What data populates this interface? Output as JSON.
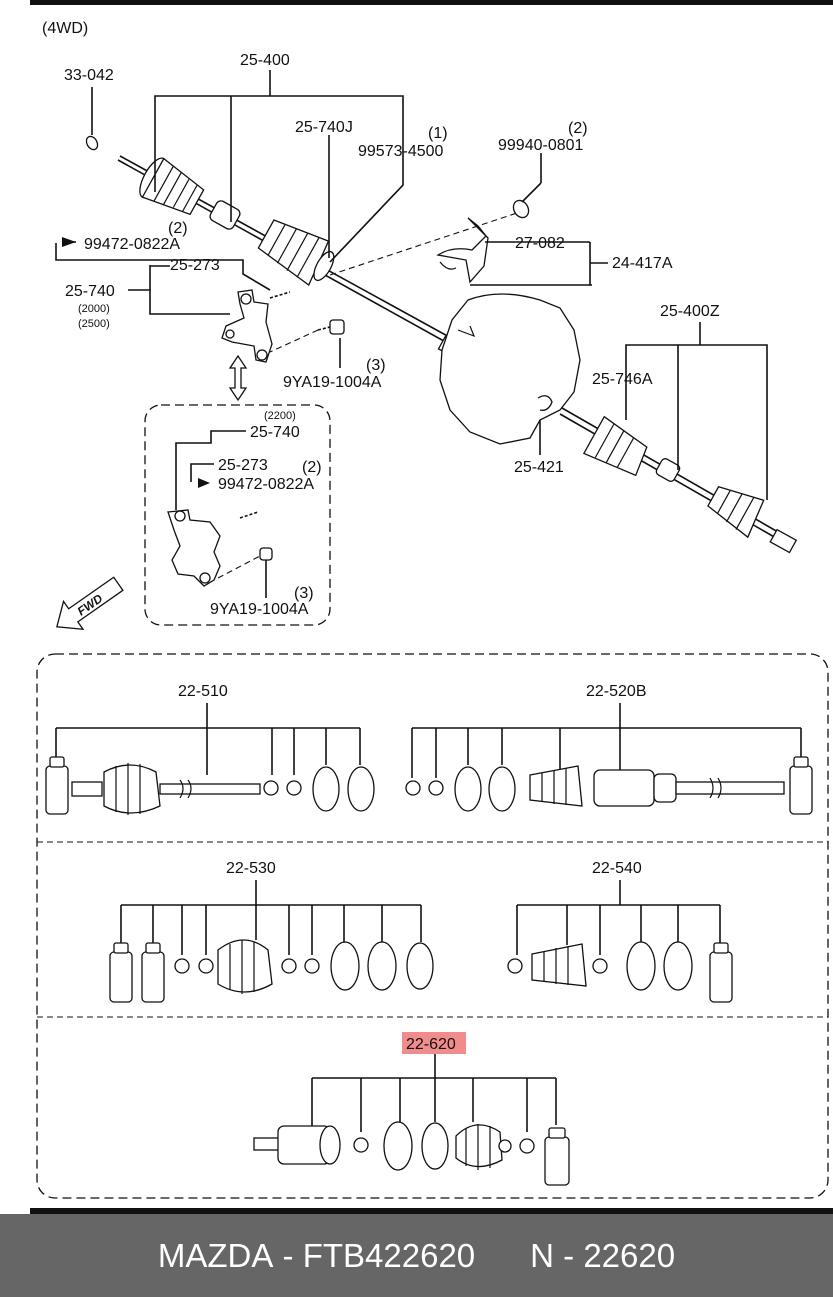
{
  "header": {
    "drive_type": "(4WD)"
  },
  "upper": {
    "labels": {
      "p33_042": "33-042",
      "p25_400": "25-400",
      "p25_740J": "25-740J",
      "q1": "(1)",
      "p99573_4500": "99573-4500",
      "q2a": "(2)",
      "p99940_0801": "99940-0801",
      "q2b": "(2)",
      "p99472_0822A": "99472-0822A",
      "p25_273": "25-273",
      "p27_082": "27-082",
      "p24_417A": "24-417A",
      "p25_740": "25-740",
      "v2000": "(2000)",
      "v2500": "(2500)",
      "p25_400Z": "25-400Z",
      "p25_746A": "25-746A",
      "q3": "(3)",
      "p9YA19_1004A": "9YA19-1004A",
      "p25_421": "25-421",
      "fwd": "FWD"
    },
    "inset": {
      "variant": "(2200)",
      "p25_740": "25-740",
      "p25_273": "25-273",
      "q2": "(2)",
      "p99472_0822A": "99472-0822A",
      "q3": "(3)",
      "p9YA19_1004A": "9YA19-1004A"
    }
  },
  "kits": {
    "k22_510": "22-510",
    "k22_520B": "22-520B",
    "k22_530": "22-530",
    "k22_540": "22-540",
    "k22_620": "22-620"
  },
  "highlight": {
    "part": "22-620",
    "color": "#f08c8c"
  },
  "footer": {
    "brand": "MAZDA",
    "sep": " - ",
    "part_number": "FTB422620",
    "n_label": "N - 22620"
  }
}
